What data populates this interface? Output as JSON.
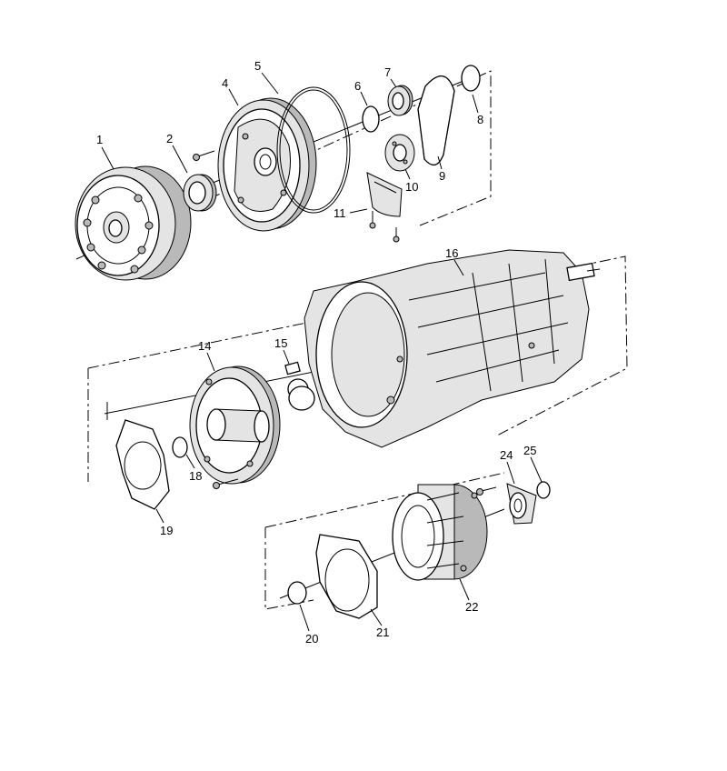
{
  "diagram": {
    "callouts": [
      "1",
      "2",
      "4",
      "5",
      "6",
      "7",
      "8",
      "9",
      "10",
      "11",
      "14",
      "15",
      "16",
      "18",
      "19",
      "20",
      "21",
      "22",
      "24",
      "25"
    ]
  }
}
